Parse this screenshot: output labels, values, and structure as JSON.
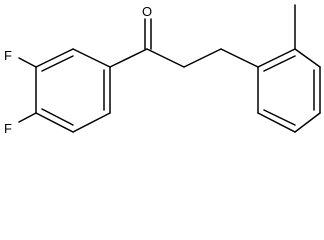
{
  "molecule": {
    "atoms": {
      "oxygen": "O",
      "fluorine_top": "F",
      "fluorine_bottom": "F"
    }
  }
}
